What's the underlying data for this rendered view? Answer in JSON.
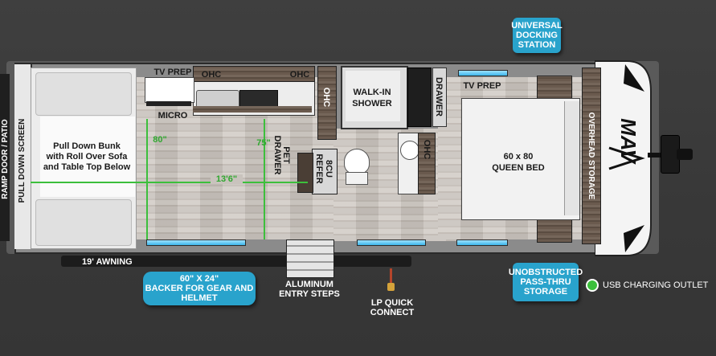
{
  "labels": {
    "tv_prep_kitchen": "TV PREP",
    "ohc_left": "OHC",
    "ohc_right": "OHC",
    "ohc_vertical": "OHC",
    "micro": "MICRO",
    "walk_in_shower": "WALK-IN\nSHOWER",
    "drawer": "DRAWER",
    "tv_prep_bedroom": "TV PREP",
    "pull_down_bunk": "Pull Down Bunk\nwith Roll Over Sofa\nand Table Top Below",
    "dim_80": "80\"",
    "dim_75": "75\"",
    "dim_13_6": "13'6\"",
    "pet_drawer": "PET\nDRAWER",
    "refer": "8CU\nREFER",
    "ohc_bath": "OHC",
    "queen_bed": "60 x 80\nQUEEN BED",
    "overhead_storage": "OVERHEAD STORAGE",
    "pull_down_screen": "PULL DOWN SCREEN",
    "ramp_door": "RAMP DOOR / PATIO",
    "awning": "19' AWNING",
    "aluminum_steps": "ALUMINUM\nENTRY STEPS",
    "lp_quick_connect": "LP QUICK\nCONNECT",
    "usb_outlet": "USB CHARGING OUTLET"
  },
  "callouts": {
    "docking_station": "UNIVERSAL\nDOCKING\nSTATION",
    "backer": "60\" X 24\"\nBACKER FOR GEAR AND\nHELMET",
    "pass_thru": "UNOBSTRUCTED\nPASS-THRU\nSTORAGE"
  },
  "colors": {
    "callout_blue": "#29a3cc",
    "usb_dot_green": "#3cbf3c",
    "window_blue": "#3cb6ea",
    "dimension_green": "#3cbf3c"
  },
  "logo_text": "MAV"
}
